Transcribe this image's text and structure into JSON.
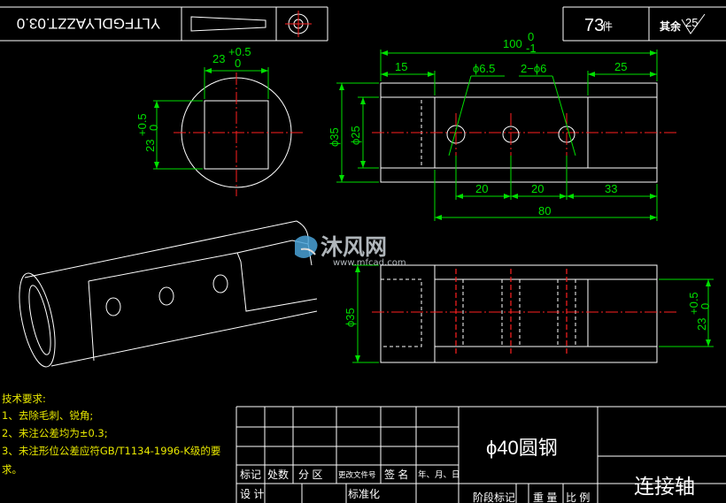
{
  "title_block_top": {
    "code": "YLTFGDLYAZZT.03.0",
    "qty": "73",
    "qty_unit": "件",
    "rest_label": "其余",
    "rest_value": "25"
  },
  "dims": {
    "d100": "100",
    "d100_up": "0",
    "d100_dn": "-1",
    "d15": "15",
    "d25": "25",
    "phi65": "ϕ6.5",
    "phi6": "2−ϕ6",
    "phi35": "ϕ35",
    "phi25": "ϕ25",
    "d20a": "20",
    "d20b": "20",
    "d33": "33",
    "d80": "80",
    "d23": "23",
    "tol_up": "+0.5",
    "tol_dn": "0",
    "phi35b": "ϕ35"
  },
  "watermark": {
    "brand": "沐风网",
    "url": "www.mfcad.com"
  },
  "tech": {
    "heading": "技术要求:",
    "line1": "1、去除毛刺、锐角;",
    "line2": "2、未注公差均为±0.3;",
    "line3": "3、未注形位公差应符GB/T1134-1996-K级的要",
    "line4": "求。"
  },
  "title_block": {
    "material": "ϕ40圆钢",
    "part_name": "连接轴",
    "c_mark": "标记",
    "c_count": "处数",
    "c_zone": "分  区",
    "c_doc": "更改文件号",
    "c_sign": "签  名",
    "c_date": "年、月、日",
    "c_design": "设  计",
    "c_std": "标准化",
    "c_stage": "阶段标记",
    "c_weight": "重  量",
    "c_scale": "比  例"
  }
}
